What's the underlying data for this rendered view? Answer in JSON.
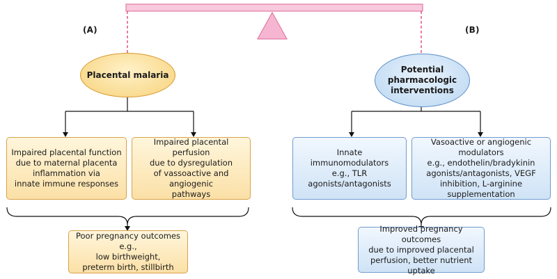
{
  "colors": {
    "beam": "#f9c9dd",
    "beam_stroke": "#e07aa3",
    "orange_fill": "#fbe0a6",
    "orange_stroke": "#d69a2d",
    "blue_fill": "#cfe3f6",
    "blue_stroke": "#5f8fc6"
  },
  "left": {
    "panel_label": "(A)",
    "oval": "Placental malaria",
    "box1": "Impaired placental function\ndue to maternal placenta\ninflammation via\ninnate immune responses",
    "box2": "Impaired placental perfusion\ndue to dysregulation\nof vassoactive and angiogenic\npathways",
    "outcome": "Poor pregnancy outcomes e.g.,\nlow birthweight,\npreterm birth, stillbirth"
  },
  "right": {
    "panel_label": "(B)",
    "oval": "Potential\npharmacologic\ninterventions",
    "box1": "Innate immunomodulators\ne.g., TLR agonists/antagonists",
    "box2": "Vasoactive or angiogenic modulators\ne.g., endothelin/bradykinin\nagonists/antagonists, VEGF\ninhibition, L-arginine\nsupplementation",
    "outcome": "Improved pregnancy outcomes\ndue to improved placental\nperfusion, better nutrient uptake"
  }
}
